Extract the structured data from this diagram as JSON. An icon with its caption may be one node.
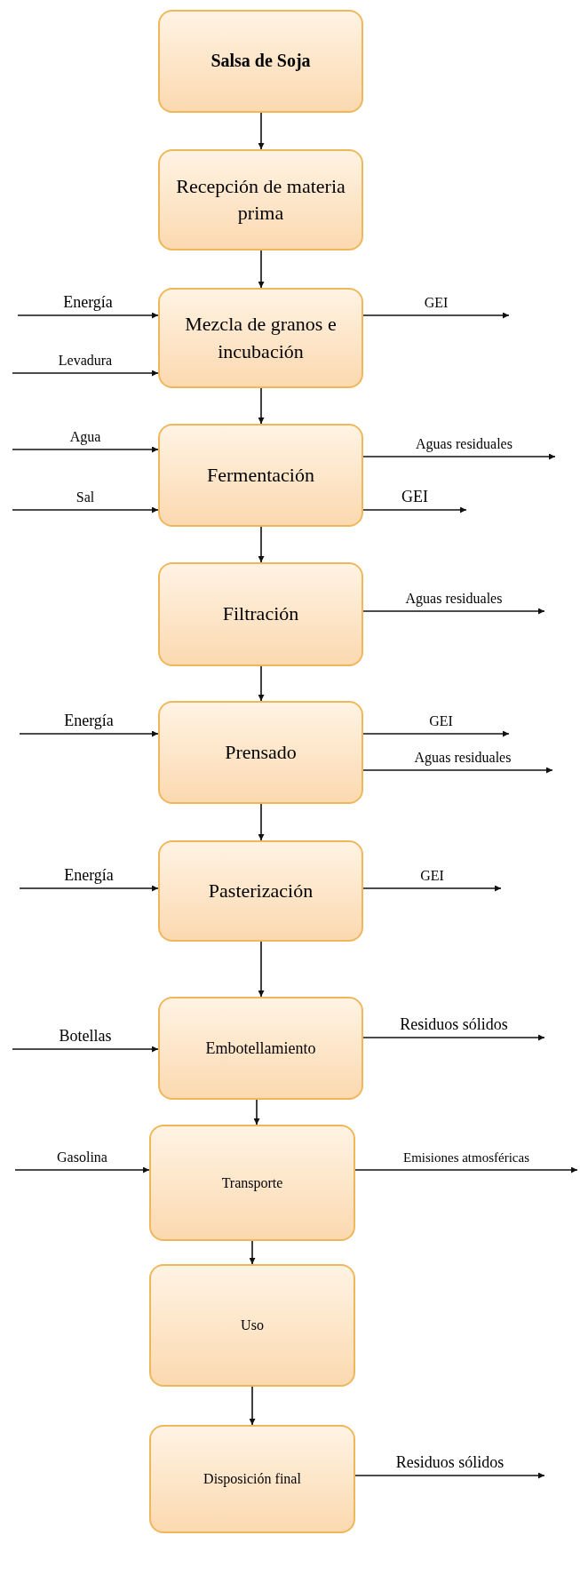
{
  "diagram": {
    "nodes": [
      {
        "text": [
          "Salsa de Soja"
        ]
      },
      {
        "text": [
          "Recepción de materia prima"
        ]
      },
      {
        "text": [
          "Mezcla de granos e incubación"
        ]
      },
      {
        "text": [
          "Fermentación"
        ]
      },
      {
        "text": [
          "Filtración"
        ]
      },
      {
        "text": [
          "Prensado"
        ]
      },
      {
        "text": [
          "Pasterización"
        ]
      },
      {
        "text": [
          "Embotellamiento"
        ]
      },
      {
        "text": [
          "Transporte"
        ]
      },
      {
        "text": [
          "Uso"
        ]
      },
      {
        "text": [
          "Disposición final"
        ]
      }
    ],
    "edges": [
      {
        "from": 0,
        "to": 1,
        "arrow": "to"
      },
      {
        "from": 1,
        "to": 2,
        "arrow": "to"
      },
      {
        "from": null,
        "to": 2,
        "arrow": "to",
        "label": "Energía"
      },
      {
        "from": null,
        "to": 2,
        "arrow": "to",
        "label": "Levadura"
      },
      {
        "from": 2,
        "to": null,
        "arrow": "to",
        "label": "GEI"
      },
      {
        "from": 2,
        "to": 3,
        "arrow": "to"
      },
      {
        "from": null,
        "to": 3,
        "arrow": "to",
        "label": "Agua"
      },
      {
        "from": null,
        "to": 3,
        "arrow": "to",
        "label": "Sal"
      },
      {
        "from": 3,
        "to": null,
        "arrow": "to",
        "label": "Aguas residuales"
      },
      {
        "from": 3,
        "to": null,
        "arrow": "to",
        "label": "GEI"
      },
      {
        "from": 3,
        "to": 4,
        "arrow": "to"
      },
      {
        "from": 4,
        "to": null,
        "arrow": "to",
        "label": "Aguas residuales"
      },
      {
        "from": 4,
        "to": 5,
        "arrow": "to"
      },
      {
        "from": null,
        "to": 5,
        "arrow": "to",
        "label": "Energía"
      },
      {
        "from": 5,
        "to": null,
        "arrow": "to",
        "label": "GEI"
      },
      {
        "from": 5,
        "to": null,
        "arrow": "to",
        "label": "Aguas residuales"
      },
      {
        "from": 5,
        "to": 6,
        "arrow": "to"
      },
      {
        "from": null,
        "to": 6,
        "arrow": "to",
        "label": "Energía"
      },
      {
        "from": 6,
        "to": null,
        "arrow": "to",
        "label": "GEI"
      },
      {
        "from": 6,
        "to": 7,
        "arrow": "to"
      },
      {
        "from": null,
        "to": 7,
        "arrow": "to",
        "label": "Botellas"
      },
      {
        "from": 7,
        "to": null,
        "arrow": "to",
        "label": "Residuos sólidos"
      },
      {
        "from": 7,
        "to": 8,
        "arrow": "to"
      },
      {
        "from": null,
        "to": 8,
        "arrow": "to",
        "label": "Gasolina"
      },
      {
        "from": 8,
        "to": null,
        "arrow": "to",
        "label": "Emisiones atmosféricas"
      },
      {
        "from": 8,
        "to": 9,
        "arrow": "to"
      },
      {
        "from": 9,
        "to": 10,
        "arrow": "to"
      },
      {
        "from": 10,
        "to": null,
        "arrow": "to",
        "label": "Residuos sólidos"
      }
    ]
  }
}
